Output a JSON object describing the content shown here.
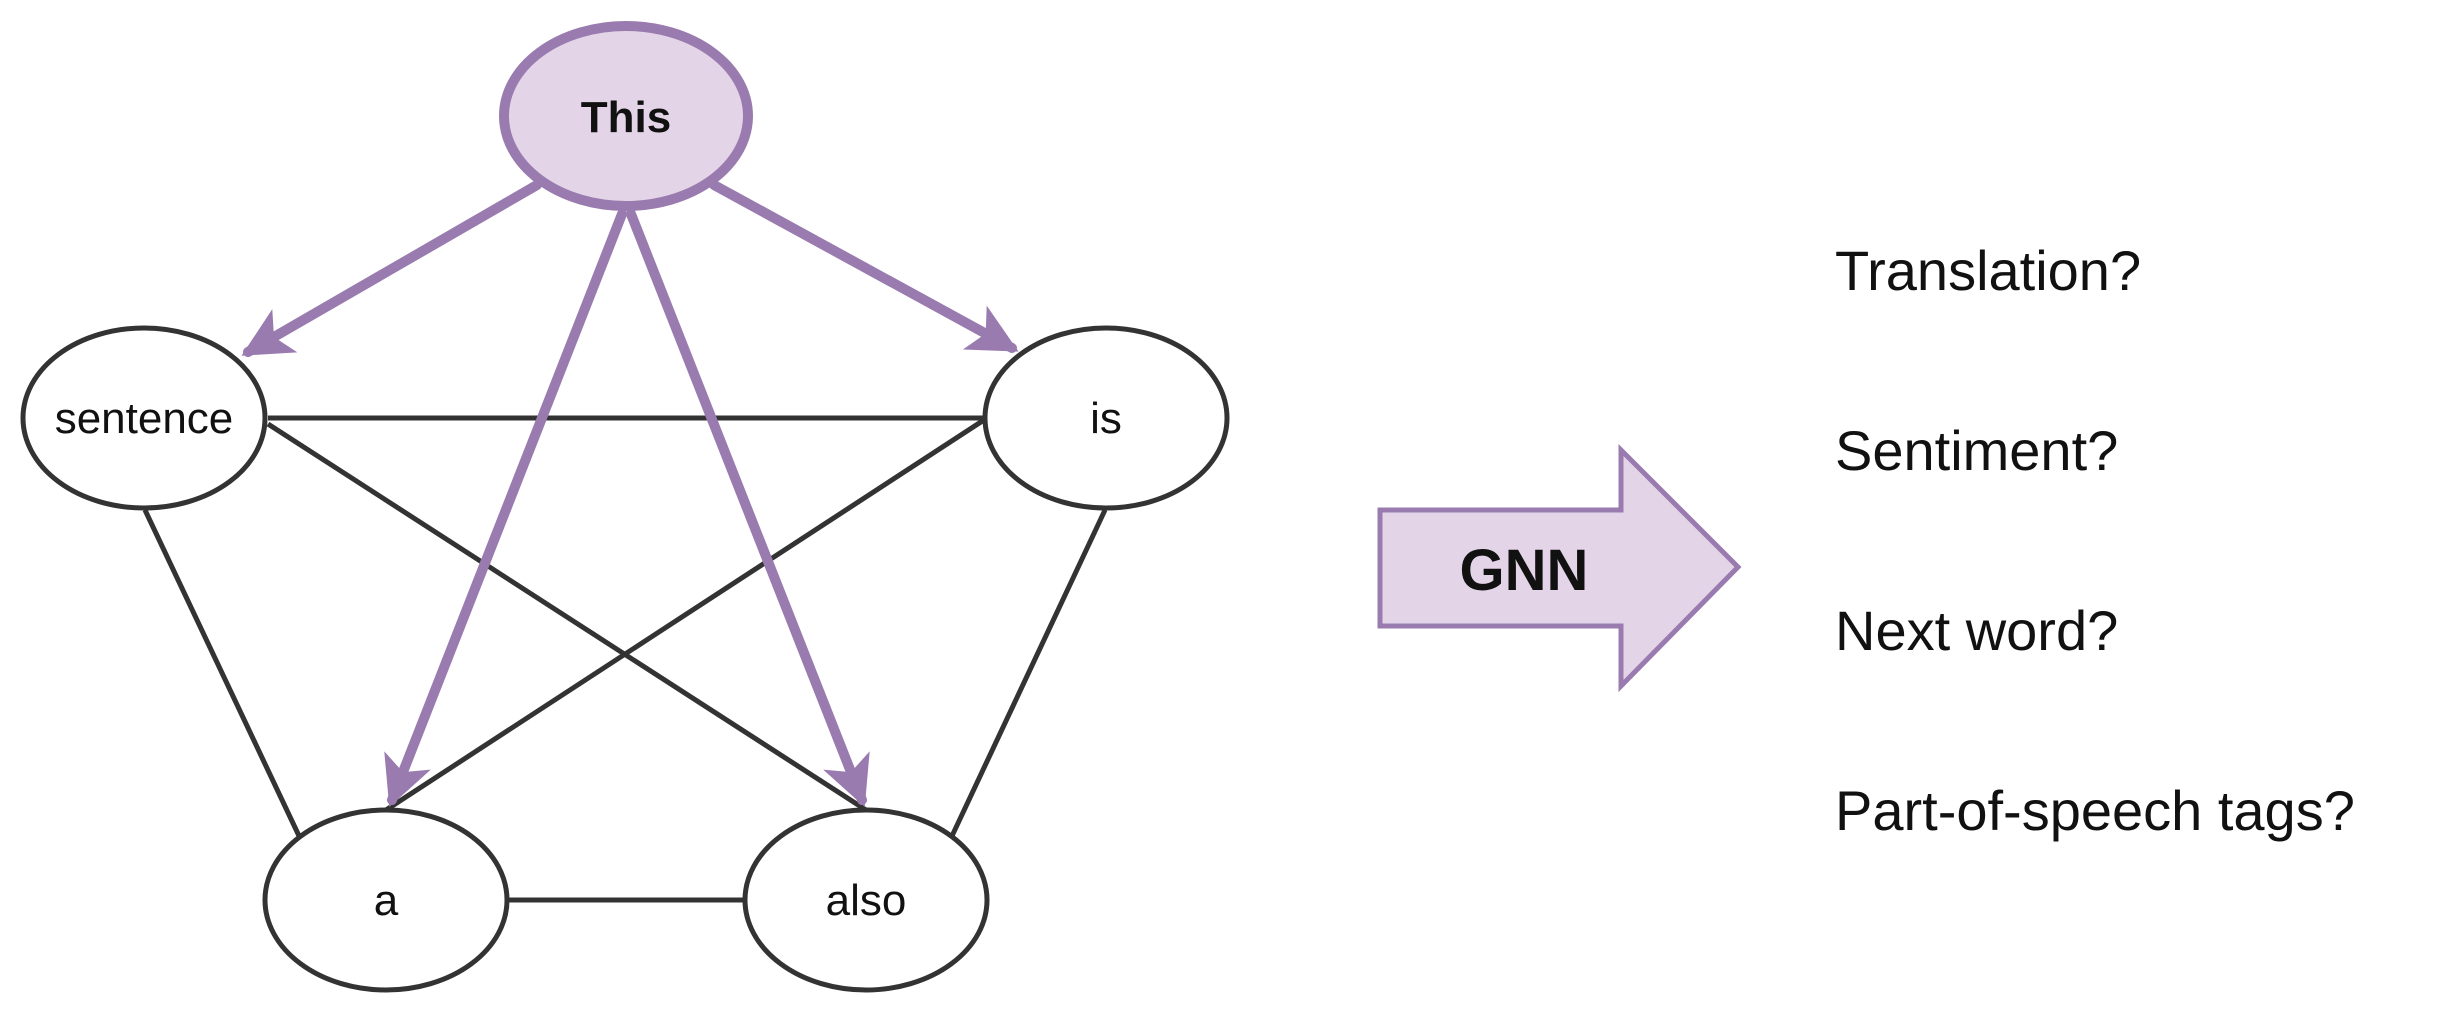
{
  "graph": {
    "nodes": {
      "this": "This",
      "sentence": "sentence",
      "is": "is",
      "a": "a",
      "also": "also"
    }
  },
  "gnn_arrow": {
    "label": "GNN"
  },
  "tasks": [
    "Translation?",
    "Sentiment?",
    "Next word?",
    "Part-of-speech tags?"
  ],
  "colors": {
    "accent_stroke": "#9a7bb0",
    "accent_fill": "#e3d5e7",
    "edge": "#333333",
    "node_stroke": "#333333"
  }
}
